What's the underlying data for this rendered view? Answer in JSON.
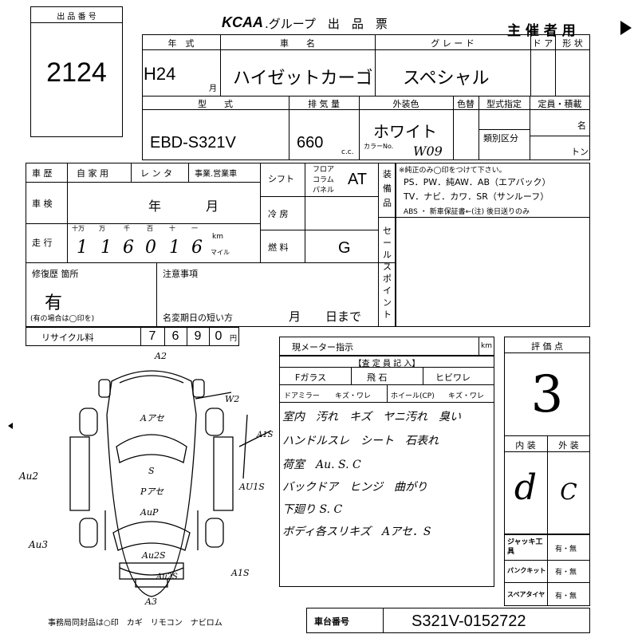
{
  "header": {
    "lot_label": "出 品 番 号",
    "lot_number": "2124",
    "logo": "KCAA",
    "title": ".グループ　出　品　票",
    "host": "主 催 者 用"
  },
  "row1": {
    "year_label": "年　式",
    "name_label": "車　　名",
    "grade_label": "グ レ ー ド",
    "door_label": "ド ア",
    "shape_label": "形 状",
    "year_value": "H24",
    "month_unit": "月",
    "name_value": "ハイゼットカーゴ",
    "grade_value": "スペシャル"
  },
  "row2": {
    "model_label": "型　　式",
    "disp_label": "排 気 量",
    "color_label": "外装色",
    "color_change_label": "色替",
    "designation_label": "型式指定",
    "capacity_label": "定員・積載",
    "model_value": "EBD-S321V",
    "disp_value": "660",
    "cc_unit": "c.c.",
    "color_value": "ホワイト",
    "color_no_label": "カラーNo.",
    "color_no_value": "W09",
    "class_label": "類別区分",
    "person_unit": "名",
    "ton_unit": "トン"
  },
  "history": {
    "label": "車 歴",
    "private": "自 家 用",
    "rental": "レ ン タ",
    "business": "事業.営業車"
  },
  "shift": {
    "label": "シフト",
    "floor": "フロア",
    "column": "コラム",
    "panel": "パネル",
    "value": "AT"
  },
  "equipment": {
    "side_label": "装備品",
    "note": "※純正のみ◯印をつけて下さい。",
    "line1": "PS．PW．純AW．AB（エアバック）",
    "line2": "TV．ナビ．カワ．SR（サンルーフ）",
    "line3": "ABS ・ 新車保証書←(注) 後日送りのみ"
  },
  "inspection": {
    "label": "車 検",
    "year_unit": "年",
    "month_unit": "月"
  },
  "aircon": {
    "label": "冷 房"
  },
  "mileage": {
    "label": "走 行",
    "digit_labels": [
      "十万",
      "万",
      "千",
      "百",
      "十",
      "一"
    ],
    "digits": [
      "1",
      "1",
      "6",
      "0",
      "1",
      "6"
    ],
    "km": "km",
    "mile": "マイル"
  },
  "fuel": {
    "label": "燃 料",
    "value": "G"
  },
  "sales_point": {
    "label": "セールスポイント"
  },
  "repair": {
    "label": "修復歴 箇所",
    "value": "有",
    "note": "(有の場合は◯印を)"
  },
  "notes": {
    "label": "注意事項",
    "name_change": "名変期日の短い方",
    "month": "月",
    "day": "日まで"
  },
  "recycle": {
    "label": "リサイクル料",
    "digits": [
      "7",
      "6",
      "9",
      "0"
    ],
    "yen": "円"
  },
  "meter": {
    "label": "現メーター指示",
    "unit": "km"
  },
  "inspector": {
    "title": "【査 定 員 記 入】",
    "glass": "Fガラス",
    "stone": "飛 石",
    "crack": "ヒビワレ",
    "mirror": "ドアミラー",
    "mirror_opts": "キズ・ワレ",
    "wheel": "ホイール(CP)",
    "wheel_opts": "キズ・ワレ",
    "lines": [
      "室内　汚れ　キズ　ヤニ汚れ　臭い",
      "ハンドルスレ　シート　石表れ",
      "荷室　Au. S. C",
      "バックドア　ヒンジ　曲がり",
      "下廻り S. C",
      "ボディ各スリキズ　Aアセ．S"
    ]
  },
  "evaluation": {
    "label": "評 価 点",
    "score": "3",
    "interior_label": "内 装",
    "exterior_label": "外 装",
    "interior": "d",
    "exterior": "C"
  },
  "tools": {
    "jack": "ジャッキ工 具",
    "puncture": "パンクキット",
    "spare": "スペアタイヤ",
    "opts": "有・無"
  },
  "diagram": {
    "a2_top": "A2",
    "w2": "W2",
    "a_ase_front": "Aアセ",
    "a1s_right": "A1S",
    "au2_left": "Au2",
    "s_center": "S",
    "a_ase_mid": "Pアセ",
    "au1s": "AU1S",
    "aup": "AuP",
    "au3": "Au3",
    "au2s": "Au2S",
    "au2s_lower": "Au2S",
    "a1s_lower": "A1S",
    "a3": "A3"
  },
  "footer": {
    "office": "事務局同封品は○印　カギ　リモコン　ナビロム",
    "chassis_label": "車台番号",
    "chassis_value": "S321V-0152722"
  },
  "colors": {
    "ink": "#000000",
    "paper": "#ffffff"
  }
}
